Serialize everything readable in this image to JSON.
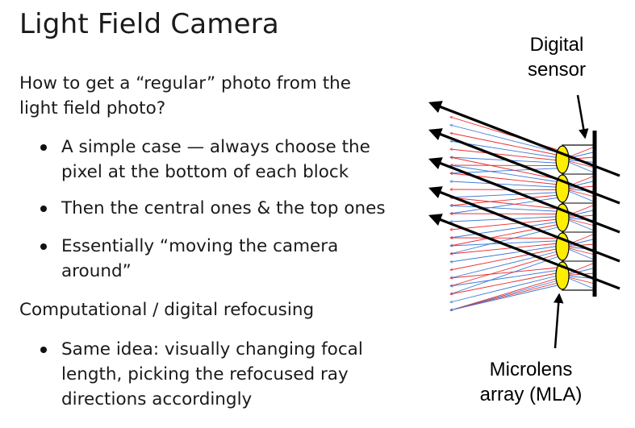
{
  "slide": {
    "title": "Light Field Camera",
    "intro_line1": "How to get a “regular” photo from the",
    "intro_line2": "light field photo?",
    "bullets": [
      {
        "line1": "A simple case — always choose the",
        "line2": "pixel at the bottom of each block"
      },
      {
        "line1": "Then the central ones & the top ones",
        "line2": ""
      },
      {
        "line1": "Essentially “moving the camera",
        "line2": "around”"
      }
    ],
    "section2": "Computational / digital refocusing",
    "bullets2": [
      {
        "line1": "Same idea: visually changing focal",
        "line2": "length, picking the refocused ray",
        "line3": "directions accordingly"
      }
    ]
  },
  "diagram": {
    "sensor_label_1": "Digital",
    "sensor_label_2": "sensor",
    "mla_label_1": "Microlens",
    "mla_label_2": "array (MLA)",
    "colors": {
      "red_ray": "#ee2a2a",
      "blue_ray": "#3a7ad8",
      "lens": "#ffee00",
      "main_ray": "#000000"
    }
  }
}
